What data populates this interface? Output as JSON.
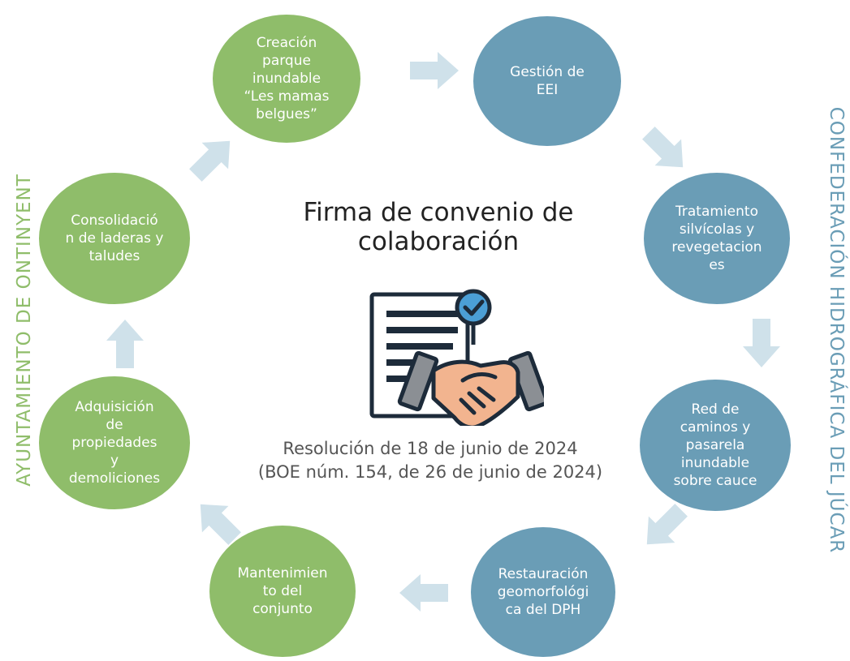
{
  "title": "Firma de convenio de\ncolaboración",
  "resolution": "Resolución de 18 de junio de 2024\n(BOE núm. 154, de 26 de junio de 2024)",
  "left_label": "AYUNTAMIENTO DE ONTINYENT",
  "right_label": "CONFEDERACIÓN HIDROGRÁFICA DEL JÚCAR",
  "colors": {
    "ayuntamiento": "#8fbd6a",
    "confederacion": "#6a9db6",
    "arrow": "#cfe1ea"
  },
  "icons": {
    "center": "contract-handshake-icon",
    "checkmark": "check-badge-icon",
    "arrow": "arrow-icon"
  },
  "steps": [
    {
      "label": "Creación\nparque\ninundable\n“Les mamas\nbelgues”",
      "owner": "ayuntamiento"
    },
    {
      "label": "Gestión de\nEEI",
      "owner": "confederacion"
    },
    {
      "label": "Tratamiento\nsilvícolas y\nrevegetacion\nes",
      "owner": "confederacion"
    },
    {
      "label": "Red de\ncaminos y\npasarela\ninundable\nsobre cauce",
      "owner": "confederacion"
    },
    {
      "label": "Restauración\ngeomorfológi\nca del DPH",
      "owner": "confederacion"
    },
    {
      "label": "Mantenimien\nto del\nconjunto",
      "owner": "ayuntamiento"
    },
    {
      "label": "Adquisición\nde\npropiedades\ny\ndemoliciones",
      "owner": "ayuntamiento"
    },
    {
      "label": "Consolidació\nn de laderas y\ntaludes",
      "owner": "ayuntamiento"
    }
  ]
}
